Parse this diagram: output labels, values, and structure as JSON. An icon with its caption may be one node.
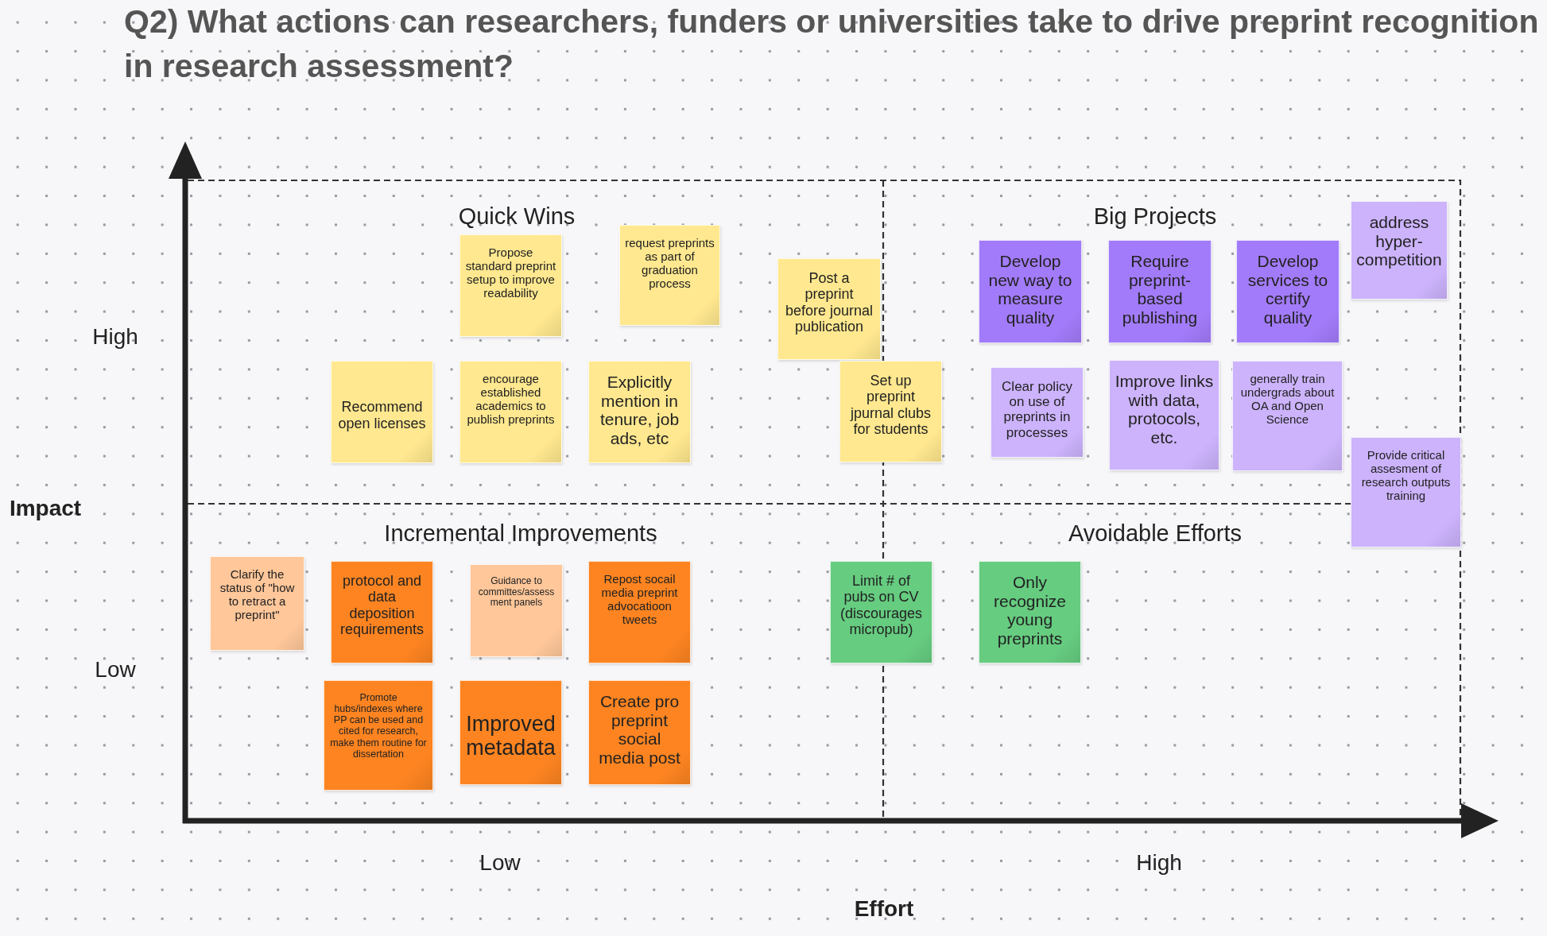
{
  "diagram": {
    "title": "Q2) What actions can researchers, funders or universities take to drive preprint recognition in research assessment?",
    "nodes": [
      {
        "text": [
          "Propose standard preprint setup to improve readability"
        ]
      },
      {
        "text": [
          "request preprints as part of graduation process"
        ]
      },
      {
        "text": [
          "Post a preprint before journal publication"
        ]
      },
      {
        "text": [
          "Recommend open licenses"
        ]
      },
      {
        "text": [
          "encourage established academics to publish preprints"
        ]
      },
      {
        "text": [
          "Explicitly mention in tenure, job ads, etc"
        ]
      },
      {
        "text": [
          "Set up preprint jpurnal clubs for students"
        ]
      },
      {
        "text": [
          "address hyper-competition"
        ]
      },
      {
        "text": [
          "Develop new way to measure quality"
        ]
      },
      {
        "text": [
          "Require preprint-based publishing"
        ]
      },
      {
        "text": [
          "Develop services to certify quality"
        ]
      },
      {
        "text": [
          "Clear policy on use of preprints in processes"
        ]
      },
      {
        "text": [
          "Improve links with data, protocols, etc."
        ]
      },
      {
        "text": [
          "generally train undergrads about OA and Open Science"
        ]
      },
      {
        "text": [
          "Provide critical assesment of research outputs training"
        ]
      },
      {
        "text": [
          "Clarify the status of \"how to retract a preprint\""
        ]
      },
      {
        "text": [
          "protocol and data deposition requirements"
        ]
      },
      {
        "text": [
          "Guidance to committes/assessment panels"
        ]
      },
      {
        "text": [
          "Repost socail media preprint advocatioon tweets"
        ]
      },
      {
        "text": [
          "Limit # of pubs on CV (discourages micropub)"
        ]
      },
      {
        "text": [
          "Only recognize young preprints"
        ]
      },
      {
        "text": [
          "Promote hubs/indexes where PP can be used and cited for research, make them routine for dissertation"
        ]
      },
      {
        "text": [
          "Improved metadata"
        ]
      },
      {
        "text": [
          "Create pro preprint social media post"
        ]
      }
    ],
    "labels": [
      "Quick Wins",
      "Big Projects",
      "High",
      "Impact",
      "Incremental Improvements",
      "Avoidable Efforts",
      "Low",
      "Low",
      "High",
      "Effort"
    ]
  }
}
